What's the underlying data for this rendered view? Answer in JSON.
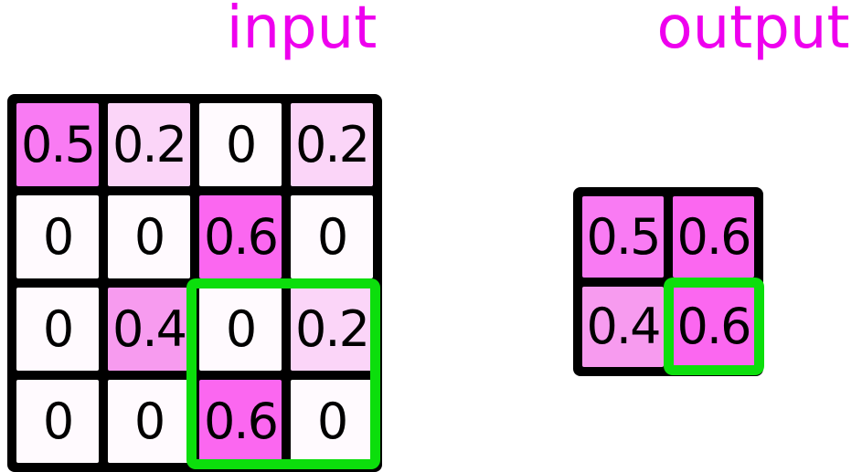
{
  "titles": {
    "input": "input",
    "output": "output"
  },
  "colors": {
    "title": "#EE00EE",
    "highlight_green": "#0CDE0C",
    "grid_border": "#000000",
    "cell_text": "#000000"
  },
  "value_colors": {
    "0": "#FFFAFE",
    "0.2": "#FBD5F8",
    "0.4": "#F79BEF",
    "0.5": "#F97BF3",
    "0.6": "#FB67F0"
  },
  "input_grid": {
    "rows": [
      [
        "0.5",
        "0.2",
        "0",
        "0.2"
      ],
      [
        "0",
        "0",
        "0.6",
        "0"
      ],
      [
        "0",
        "0.4",
        "0",
        "0.2"
      ],
      [
        "0",
        "0",
        "0.6",
        "0"
      ]
    ],
    "highlight": "bottom-right 2x2 window"
  },
  "output_grid": {
    "rows": [
      [
        "0.5",
        "0.6"
      ],
      [
        "0.4",
        "0.6"
      ]
    ],
    "highlight": "bottom-right cell"
  }
}
